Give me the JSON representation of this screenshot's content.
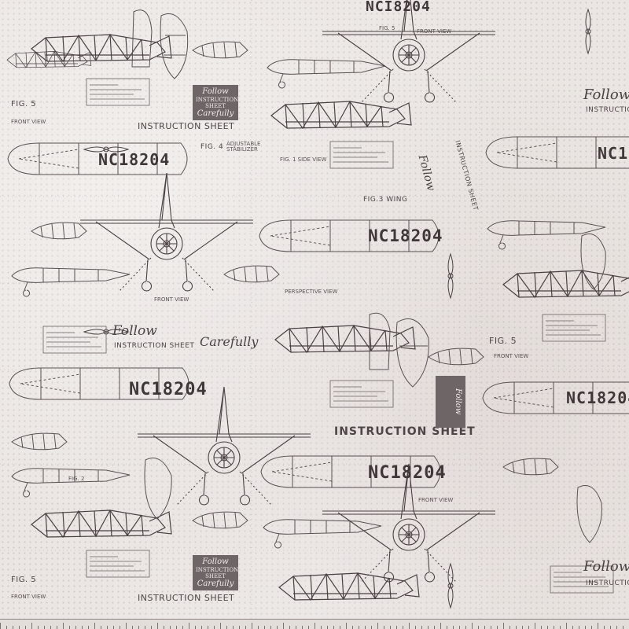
{
  "print": {
    "registrations": [
      "NC18204",
      "NC18204",
      "NC18204",
      "NC18204",
      "NC18204",
      "NC18204",
      "NCI8204"
    ],
    "labels": {
      "instruction_sheet": "INSTRUCTION SHEET",
      "fig5": "FIG. 5",
      "front_view": "FRONT VIEW",
      "fig3_wing": "FIG.3   WING",
      "fig4": "FIG. 4",
      "adjustable_stabilizer": "ADJUSTABLE STABILIZER",
      "fig5_small": "FIG. 5",
      "fig1_side_view": "FIG. 1 SIDE VIEW",
      "fig2": "FIG. 2",
      "perspective_view": "PERSPECTIVE VIEW"
    },
    "slogan": {
      "follow": "Follow",
      "instruction_sheet": "INSTRUCTION SHEET",
      "carefully": "Carefully"
    },
    "colors": {
      "background": "#ebe6e3",
      "ink": "#4e4546",
      "badge": "#6e6566"
    }
  }
}
